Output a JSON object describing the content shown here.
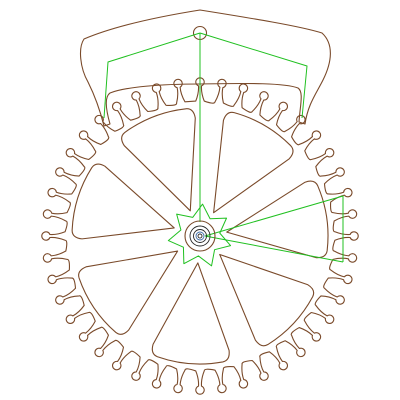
{
  "diagram": {
    "kind": "escape-wheel-and-pallet-fork",
    "wheel": {
      "teeth": 44,
      "spokes": 7
    },
    "colors": {
      "outline": "#7a4a2a",
      "construction_lines": "#20c020",
      "arbor": "#2a2a2a",
      "arbor_inner": "#3a6aa8",
      "background": "#ffffff"
    }
  }
}
